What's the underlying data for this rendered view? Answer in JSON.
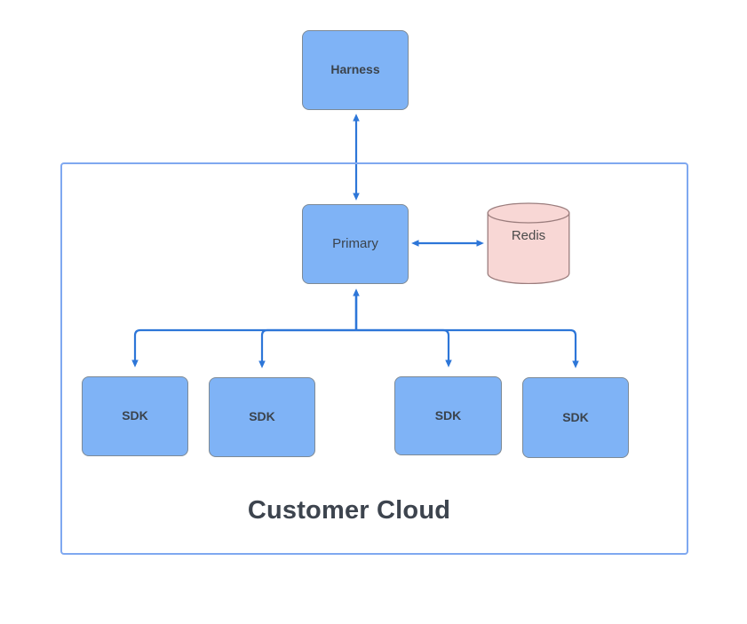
{
  "diagram": {
    "title_text": "Customer Cloud",
    "background": "#ffffff",
    "colors": {
      "node_fill": "#7FB3F6",
      "node_stroke": "#7D8A96",
      "node_text": "#3B434C",
      "cylinder_fill": "#F8D7D5",
      "cylinder_stroke": "#9B7D7D",
      "connector": "#2D76D8",
      "container_border": "#7FA8F0",
      "title_text": "#3D444E"
    },
    "nodes": [
      {
        "id": "harness",
        "label": "Harness",
        "shape": "rounded-rect",
        "bold": true
      },
      {
        "id": "primary",
        "label": "Primary",
        "shape": "rounded-rect",
        "bold": false
      },
      {
        "id": "redis",
        "label": "Redis",
        "shape": "cylinder",
        "bold": false
      },
      {
        "id": "sdk-1",
        "label": "SDK",
        "shape": "rounded-rect",
        "bold": true
      },
      {
        "id": "sdk-2",
        "label": "SDK",
        "shape": "rounded-rect",
        "bold": true
      },
      {
        "id": "sdk-3",
        "label": "SDK",
        "shape": "rounded-rect",
        "bold": true
      },
      {
        "id": "sdk-4",
        "label": "SDK",
        "shape": "rounded-rect",
        "bold": true
      }
    ],
    "edges": [
      {
        "from": "harness",
        "to": "primary",
        "arrows": "both",
        "orientation": "vertical"
      },
      {
        "from": "primary",
        "to": "redis",
        "arrows": "both",
        "orientation": "horizontal"
      },
      {
        "from": "sdk-1",
        "to": "primary",
        "arrows": "both",
        "orientation": "orthogonal"
      },
      {
        "from": "sdk-2",
        "to": "primary",
        "arrows": "both",
        "orientation": "orthogonal"
      },
      {
        "from": "sdk-3",
        "to": "primary",
        "arrows": "both",
        "orientation": "orthogonal"
      },
      {
        "from": "sdk-4",
        "to": "primary",
        "arrows": "both",
        "orientation": "orthogonal"
      }
    ],
    "container": {
      "label": "Customer Cloud",
      "contains": [
        "primary",
        "redis",
        "sdk-1",
        "sdk-2",
        "sdk-3",
        "sdk-4"
      ]
    }
  }
}
